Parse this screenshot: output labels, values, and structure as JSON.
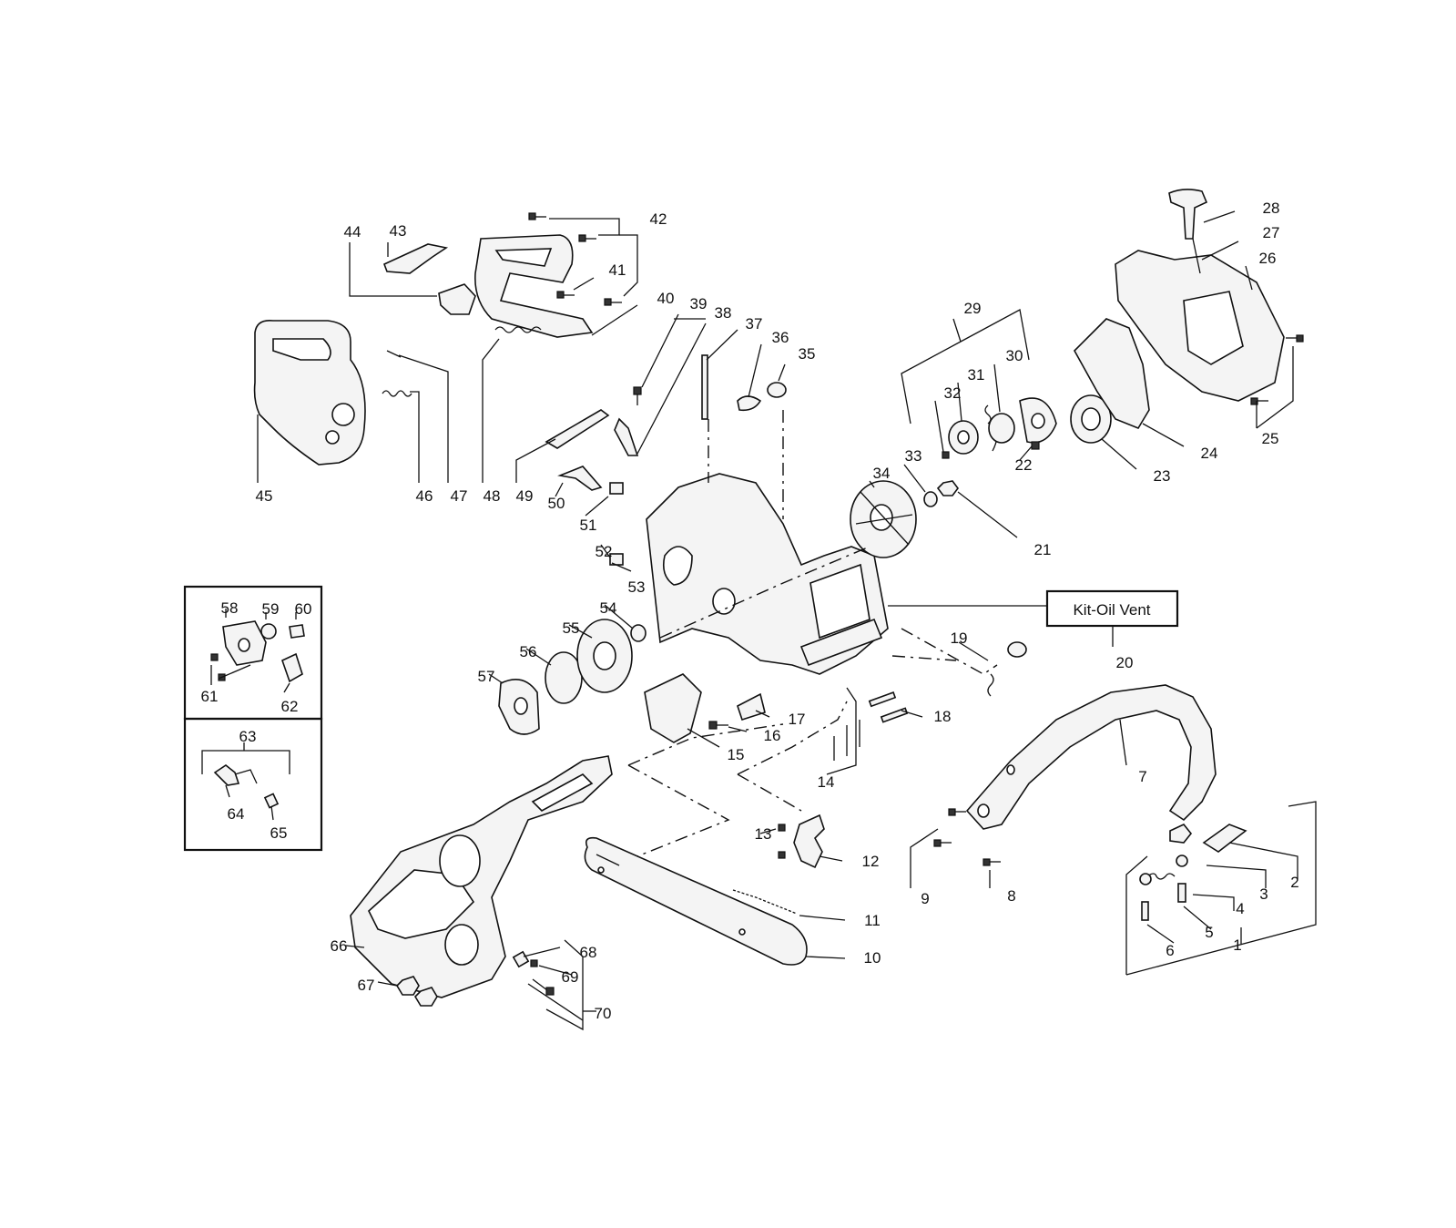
{
  "labels": {
    "p1": "1",
    "p2": "2",
    "p3": "3",
    "p4": "4",
    "p5": "5",
    "p6": "6",
    "p7": "7",
    "p8": "8",
    "p9": "9",
    "p10": "10",
    "p11": "11",
    "p12": "12",
    "p13": "13",
    "p14": "14",
    "p15": "15",
    "p16": "16",
    "p17": "17",
    "p18": "18",
    "p19": "19",
    "p20": "20",
    "p21": "21",
    "p22": "22",
    "p23": "23",
    "p24": "24",
    "p25": "25",
    "p26": "26",
    "p27": "27",
    "p28": "28",
    "p29": "29",
    "p30": "30",
    "p31": "31",
    "p32": "32",
    "p33": "33",
    "p34": "34",
    "p35": "35",
    "p36": "36",
    "p37": "37",
    "p38": "38",
    "p39": "39",
    "p40": "40",
    "p41": "41",
    "p42": "42",
    "p43": "43",
    "p44": "44",
    "p45": "45",
    "p46": "46",
    "p47": "47",
    "p48": "48",
    "p49": "49",
    "p50": "50",
    "p51": "51",
    "p52": "52",
    "p53": "53",
    "p54": "54",
    "p55": "55",
    "p56": "56",
    "p57": "57",
    "p58": "58",
    "p59": "59",
    "p60": "60",
    "p61": "61",
    "p62": "62",
    "p63": "63",
    "p64": "64",
    "p65": "65",
    "p66": "66",
    "p67": "67",
    "p68": "68",
    "p69": "69",
    "p70": "70"
  },
  "callout": {
    "kit_oil_vent": "Kit-Oil Vent"
  }
}
